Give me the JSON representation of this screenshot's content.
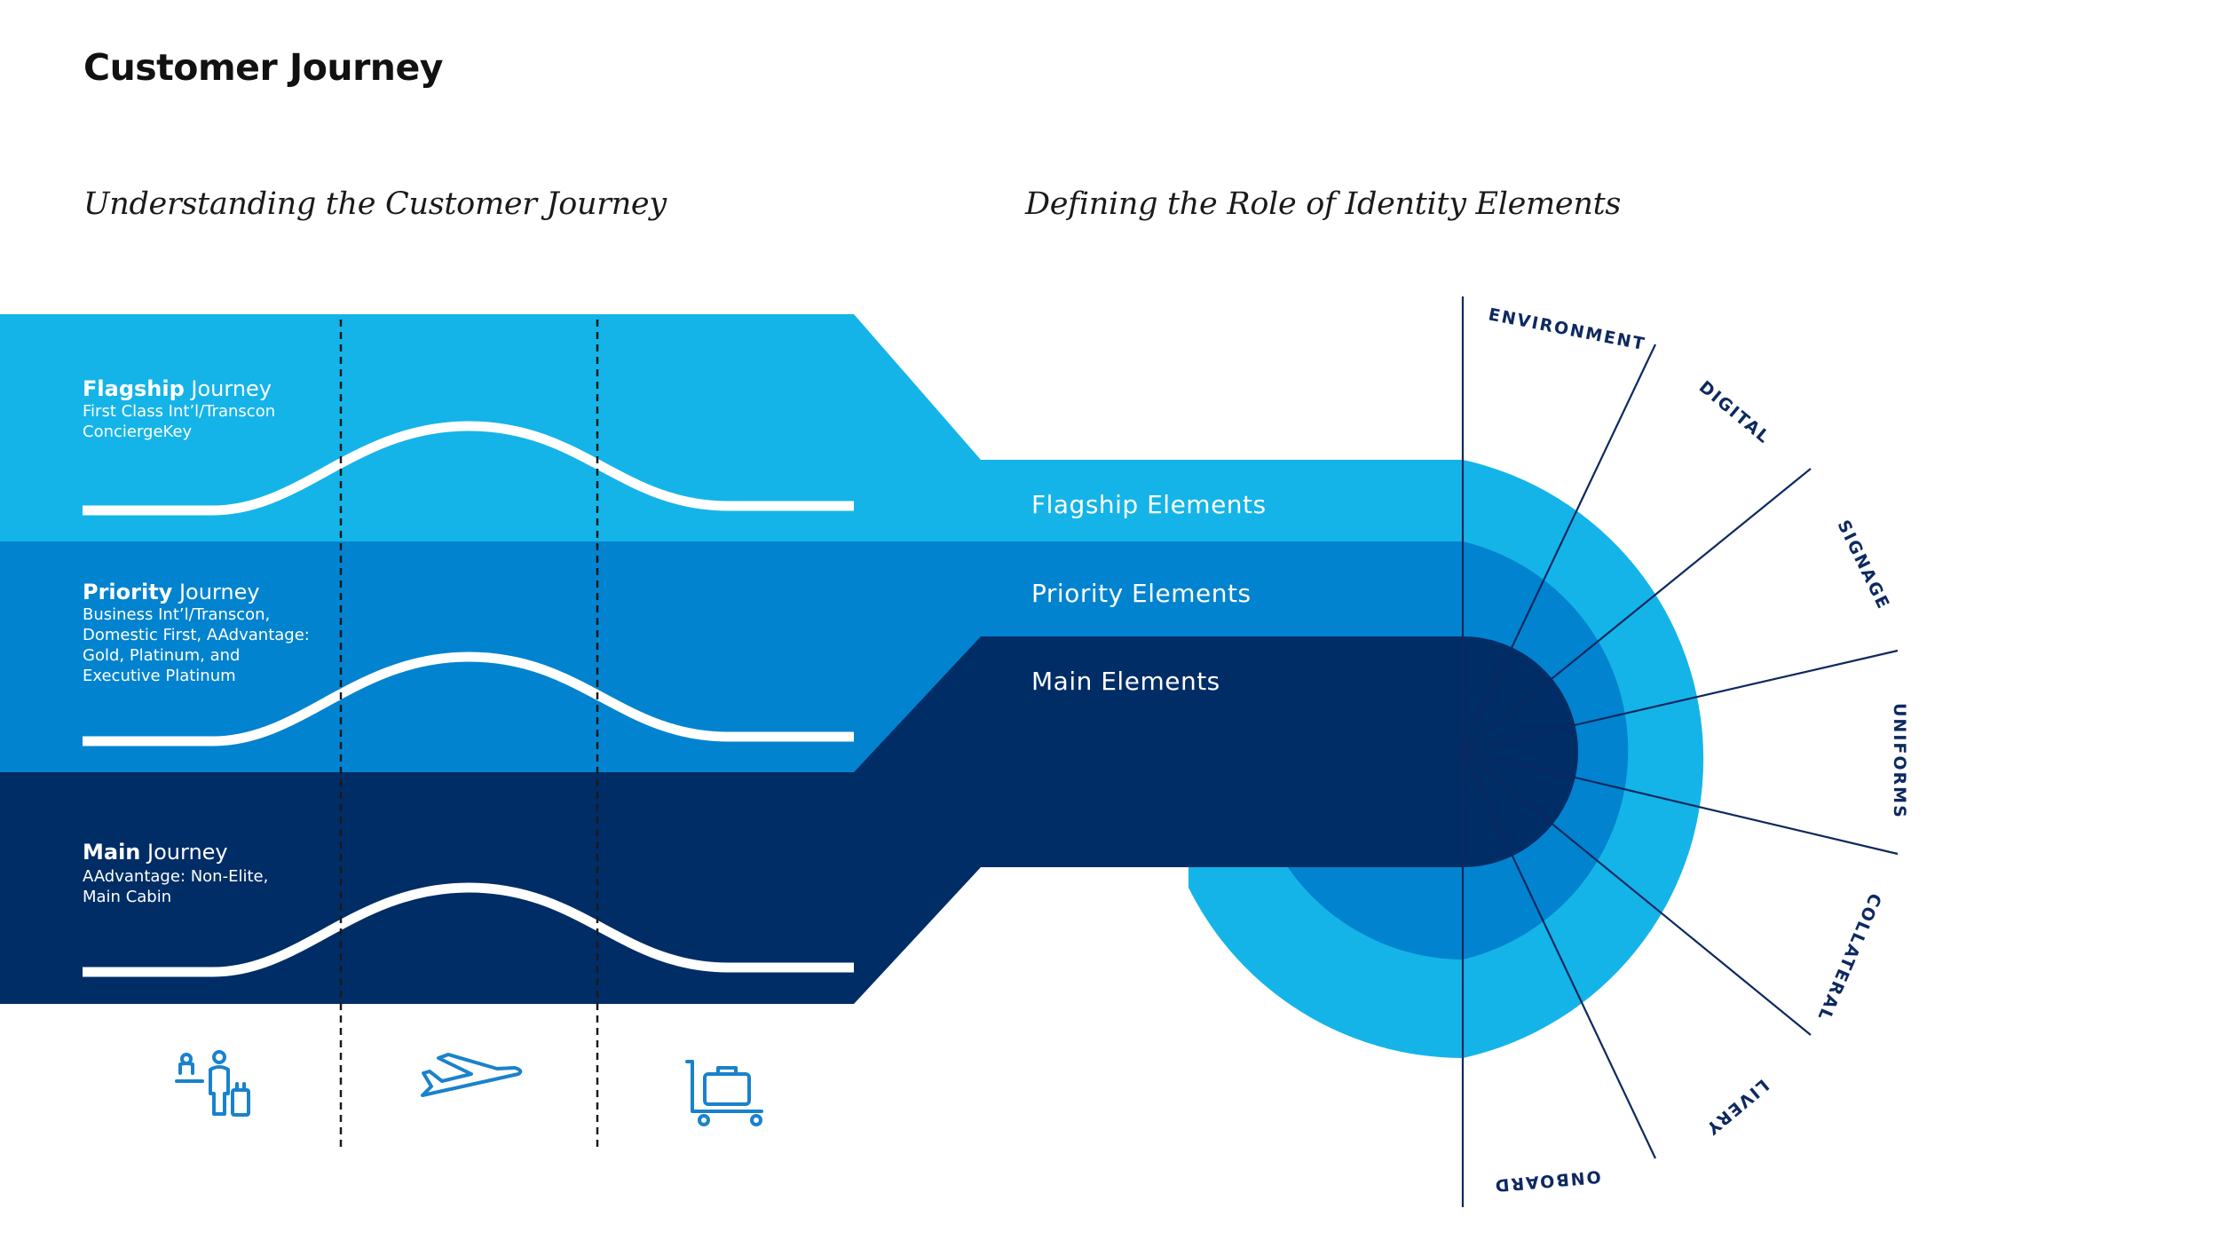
{
  "page_title": "Customer Journey",
  "subtitles": {
    "left": "Understanding the Customer Journey",
    "right": "Defining the Role of Identity Elements"
  },
  "colors": {
    "flagship": "#15b4e8",
    "priority": "#0283cf",
    "main": "#012d66",
    "category_text": "#0d2960",
    "icon": "#1a82cc"
  },
  "journeys": [
    {
      "strong": "Flagship",
      "rest": " Journey",
      "description": [
        "First Class Int’l/Transcon",
        "ConciergeKey"
      ]
    },
    {
      "strong": "Priority",
      "rest": " Journey",
      "description": [
        "Business Int’l/Transcon,",
        "Domestic First, AAdvantage:",
        "Gold, Platinum, and",
        "Executive Platinum"
      ]
    },
    {
      "strong": "Main",
      "rest": " Journey",
      "description": [
        "AAdvantage: Non-Elite,",
        "Main Cabin"
      ]
    }
  ],
  "elements": [
    "Flagship Elements",
    "Priority Elements",
    "Main Elements"
  ],
  "categories": [
    "ENVIRONMENT",
    "DIGITAL",
    "SIGNAGE",
    "UNIFORMS",
    "COLLATERAL",
    "LIVERY",
    "ONBOARD"
  ],
  "stage_icons": [
    "check-in-icon",
    "airplane-icon",
    "baggage-cart-icon"
  ]
}
